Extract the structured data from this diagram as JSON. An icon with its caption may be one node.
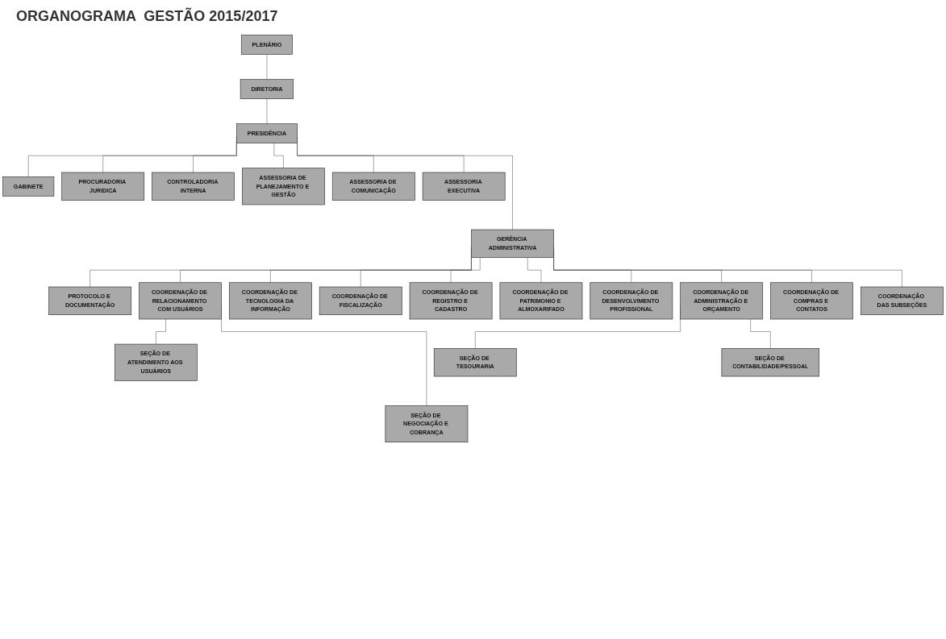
{
  "diagram": {
    "title": "ORGANOGRAMA  GESTÃO 2015/2017",
    "nodes": [
      {
        "text": [
          "PLENÁRIO"
        ]
      },
      {
        "text": [
          "DIRETORIA"
        ]
      },
      {
        "text": [
          "PRESIDÊNCIA"
        ]
      },
      {
        "text": [
          "GABINETE"
        ]
      },
      {
        "text": [
          "PROCURADORIA JURIDICA"
        ]
      },
      {
        "text": [
          "CONTROLADORIA INTERNA"
        ]
      },
      {
        "text": [
          "ASSESSORIA DE PLANEJAMENTO E GESTÃO"
        ]
      },
      {
        "text": [
          "ASSESSORIA DE COMUNICAÇÃO"
        ]
      },
      {
        "text": [
          "ASSESSORIA EXECUTIVA"
        ]
      },
      {
        "text": [
          "GERÊNCIA ADMINISTRATIVA"
        ]
      },
      {
        "text": [
          "PROTOCOLO E DOCUMENTAÇÃO"
        ]
      },
      {
        "text": [
          "COORDENAÇÃO DE RELACIONAMENTO COM USUÁRIOS"
        ]
      },
      {
        "text": [
          "COORDENAÇÃO DE TECNOLOGIA DA INFORMAÇÃO"
        ]
      },
      {
        "text": [
          "COORDENAÇÃO DE FISCALIZAÇÃO"
        ]
      },
      {
        "text": [
          "COORDENAÇÃO DE REGISTRO E CADASTRO"
        ]
      },
      {
        "text": [
          "COORDENAÇÃO DE PATRIMONIO E ALMOXARIFADO"
        ]
      },
      {
        "text": [
          "COORDENAÇÃO DE DESENVOLVIMENTO PROFISSIONAL"
        ]
      },
      {
        "text": [
          "COORDENAÇÃO DE ADMINISTRAÇÃO E ORÇAMENTO"
        ]
      },
      {
        "text": [
          "COORDENAÇÃO DE COMPRAS E CONTATOS"
        ]
      },
      {
        "text": [
          "COORDENAÇÃO DAS SUBSEÇÕES"
        ]
      },
      {
        "text": [
          "SEÇÃO DE ATENDIMENTO AOS USUÁRIOS"
        ]
      },
      {
        "text": [
          "SEÇÃO DE NEGOCIAÇÃO E COBRANÇA"
        ]
      },
      {
        "text": [
          "SEÇÃO DE TESOURARIA"
        ]
      },
      {
        "text": [
          "SEÇÃO DE CONTABILIDADE/PESSOAL"
        ]
      }
    ],
    "edges": [
      {
        "from": 0,
        "to": 1,
        "arrow": "none"
      },
      {
        "from": 1,
        "to": 2,
        "arrow": "none"
      },
      {
        "from": 2,
        "to": 3,
        "arrow": "none"
      },
      {
        "from": 2,
        "to": 4,
        "arrow": "none"
      },
      {
        "from": 2,
        "to": 5,
        "arrow": "none"
      },
      {
        "from": 2,
        "to": 6,
        "arrow": "none"
      },
      {
        "from": 2,
        "to": 7,
        "arrow": "none"
      },
      {
        "from": 2,
        "to": 8,
        "arrow": "none"
      },
      {
        "from": 2,
        "to": 9,
        "arrow": "none"
      },
      {
        "from": 9,
        "to": 10,
        "arrow": "none"
      },
      {
        "from": 9,
        "to": 11,
        "arrow": "none"
      },
      {
        "from": 9,
        "to": 12,
        "arrow": "none"
      },
      {
        "from": 9,
        "to": 13,
        "arrow": "none"
      },
      {
        "from": 9,
        "to": 14,
        "arrow": "none"
      },
      {
        "from": 9,
        "to": 15,
        "arrow": "none"
      },
      {
        "from": 9,
        "to": 16,
        "arrow": "none"
      },
      {
        "from": 9,
        "to": 17,
        "arrow": "none"
      },
      {
        "from": 9,
        "to": 18,
        "arrow": "none"
      },
      {
        "from": 9,
        "to": 19,
        "arrow": "none"
      },
      {
        "from": 11,
        "to": 20,
        "arrow": "none"
      },
      {
        "from": 11,
        "to": 21,
        "arrow": "none"
      },
      {
        "from": 17,
        "to": 22,
        "arrow": "none"
      },
      {
        "from": 17,
        "to": 23,
        "arrow": "none"
      }
    ]
  }
}
